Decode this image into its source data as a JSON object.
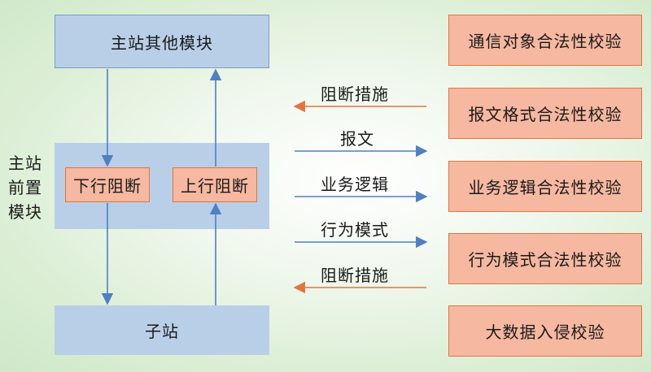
{
  "colors": {
    "blue_fill": "#b9cfe8",
    "blue_line": "#4f7fc4",
    "orange_fill": "#f6b8a0",
    "orange_line": "#e2753f"
  },
  "left": {
    "master_other_modules": "主站其他模块",
    "front_module_label_lines": [
      "主站",
      "前置",
      "模块"
    ],
    "down_block": "下行阻断",
    "up_block": "上行阻断",
    "substation": "子站"
  },
  "middle": {
    "block_measures_top": "阻断措施",
    "message": "报文",
    "business_logic": "业务逻辑",
    "behavior_pattern": "行为模式",
    "block_measures_bottom": "阻断措施"
  },
  "right": {
    "checks": [
      "通信对象合法性校验",
      "报文格式合法性校验",
      "业务逻辑合法性校验",
      "行为模式合法性校验",
      "大数据入侵校验"
    ]
  }
}
